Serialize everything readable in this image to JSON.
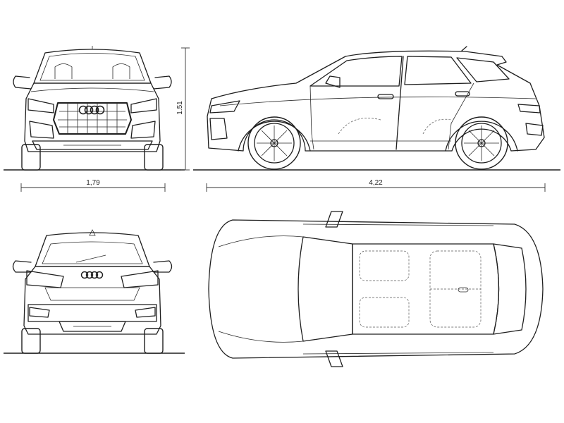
{
  "dimensions": {
    "width": "1,79",
    "length": "4,22",
    "height": "1.51"
  },
  "colors": {
    "line": "#1e1e1e",
    "background": "#ffffff"
  }
}
